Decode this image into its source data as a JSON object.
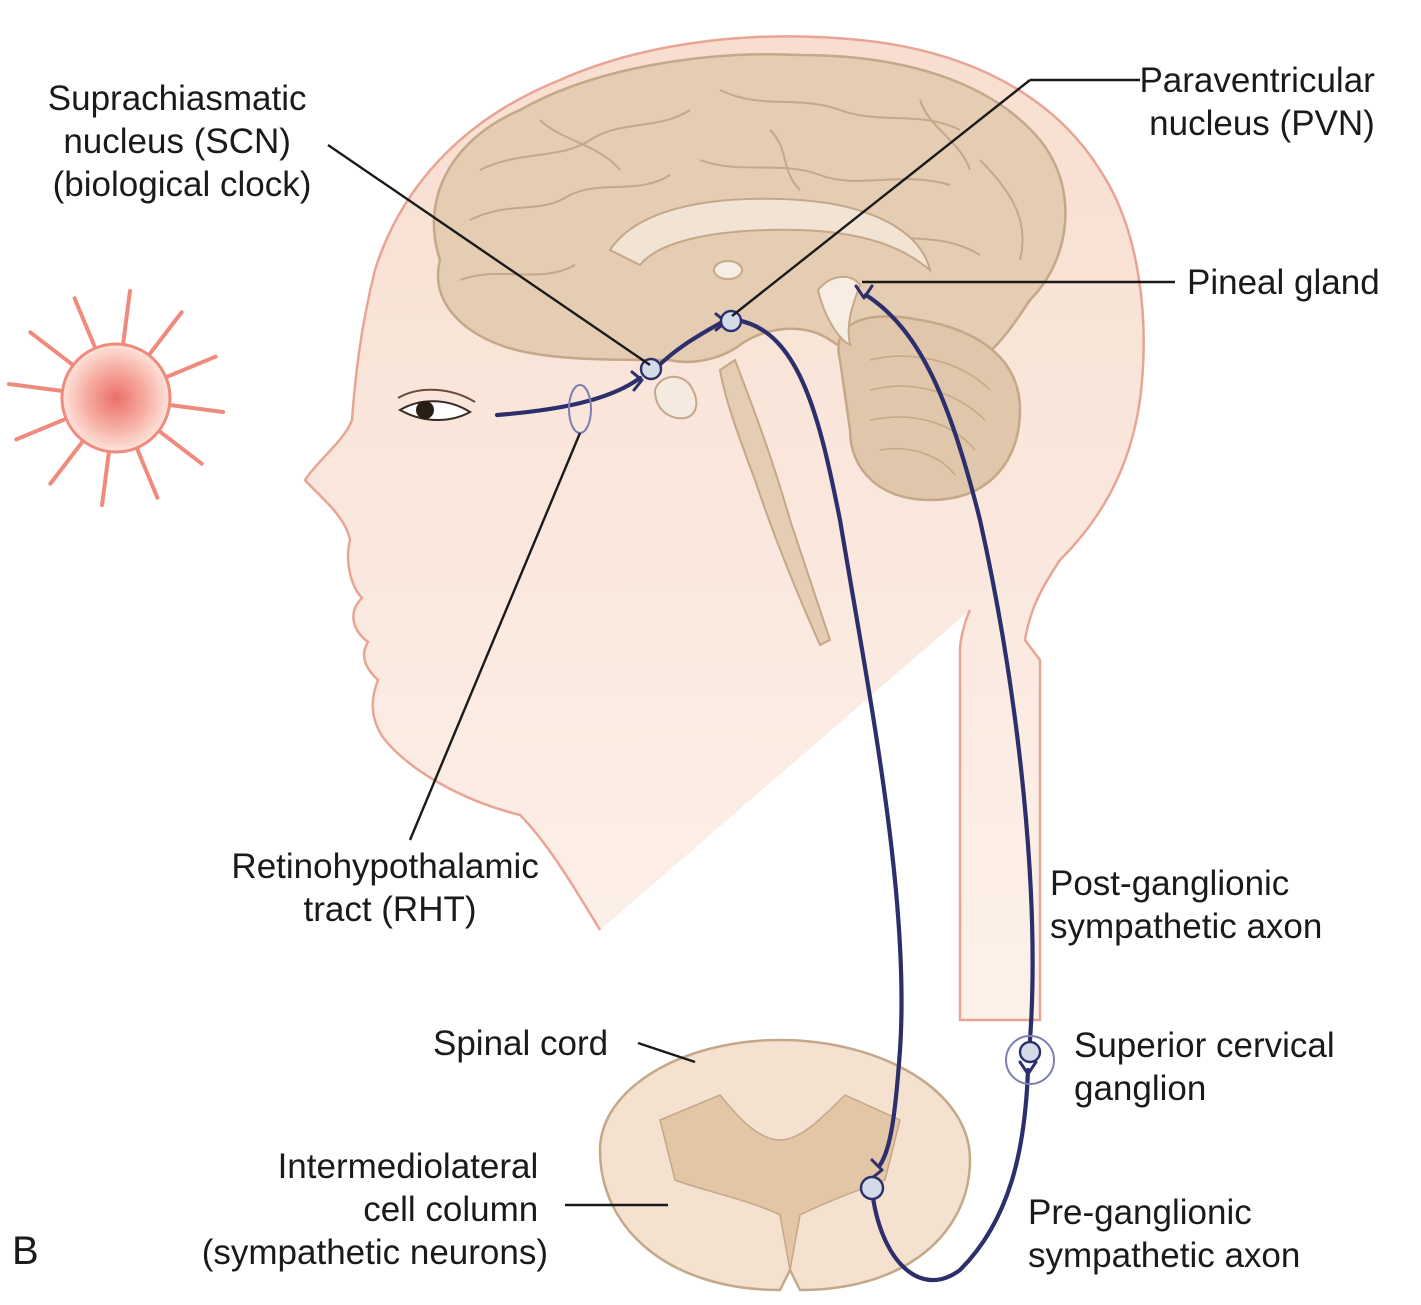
{
  "labels": {
    "scn": [
      "Suprachiasmatic",
      "nucleus (SCN)",
      "(biological clock)"
    ],
    "pvn": [
      "Paraventricular",
      "nucleus (PVN)"
    ],
    "pineal": "Pineal gland",
    "rht": [
      "Retinohypothalamic",
      "tract (RHT)"
    ],
    "post_axon": [
      "Post-ganglionic",
      "sympathetic axon"
    ],
    "scg": [
      "Superior cervical",
      "ganglion"
    ],
    "spinal": "Spinal cord",
    "iml": [
      "Intermediolateral",
      "cell column",
      "(sympathetic neurons)"
    ],
    "pre_axon": [
      "Pre-ganglionic",
      "sympathetic axon"
    ],
    "panel": "B"
  },
  "colors": {
    "skin": "#fbe8dd",
    "skin_outline": "#e8a594",
    "brain": "#e4cdb3",
    "brain_outline": "#c5a789",
    "pathway": "#2c2f6b",
    "sun_core": "#ee8074",
    "sun_ray": "#f08a7c"
  },
  "icons": [
    "sun-icon",
    "eye-icon",
    "neuron-icon"
  ]
}
